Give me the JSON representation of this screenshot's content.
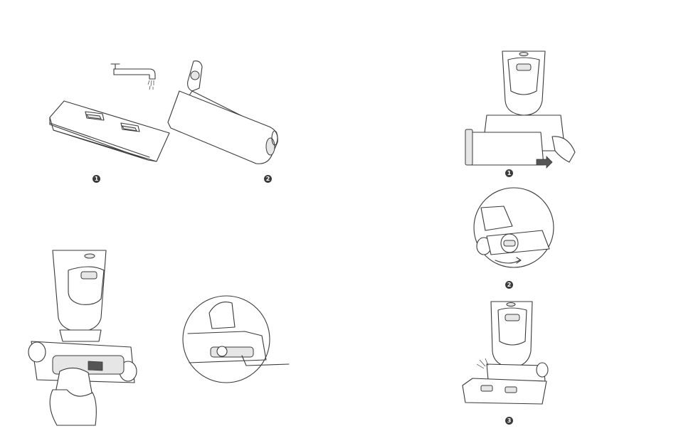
{
  "steps": {
    "soak_tray": "1",
    "roller_dry": "2",
    "remove_tray": "1",
    "twist_knob": "2",
    "reinsert_tray": "3"
  },
  "icons": {
    "faucet": "faucet-icon",
    "cloth": "cloth-icon",
    "arrow": "arrow-right-icon"
  }
}
